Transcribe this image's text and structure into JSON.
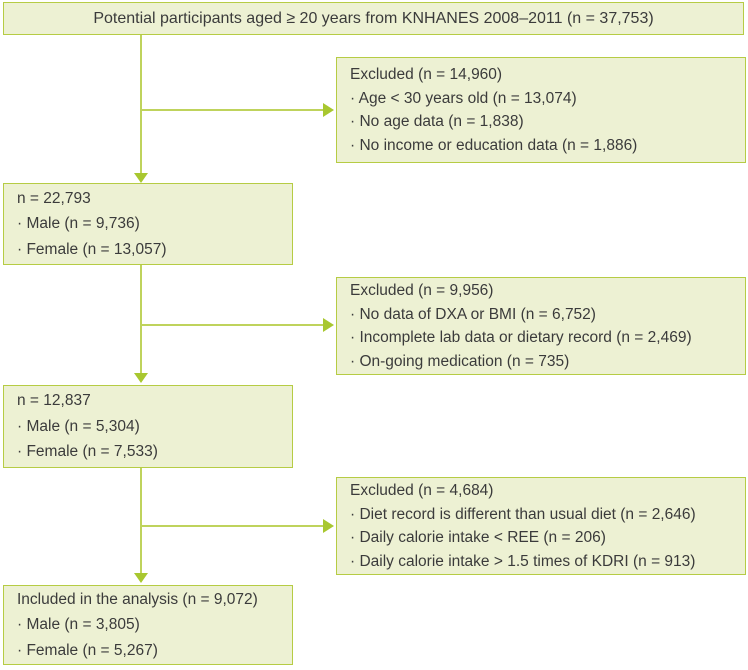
{
  "colors": {
    "page_bg": "#ffffff",
    "box_fill": "#edf1d3",
    "box_border": "#b6cc44",
    "line": "#bfd35c",
    "arrow": "#a8c72f",
    "text": "#3b3b3b"
  },
  "flowchart": {
    "top_box": {
      "text": "Potential participants aged ≥ 20 years from KNHANES 2008–2011 (n = 37,753)"
    },
    "stages": [
      {
        "lines": [
          "n = 22,793",
          "· Male (n = 9,736)",
          "· Female (n = 13,057)"
        ]
      },
      {
        "lines": [
          "n = 12,837",
          "· Male (n = 5,304)",
          "· Female (n = 7,533)"
        ]
      },
      {
        "lines": [
          "Included in the analysis (n = 9,072)",
          "· Male (n = 3,805)",
          "· Female (n = 5,267)"
        ]
      }
    ],
    "exclusions": [
      {
        "lines": [
          "Excluded (n = 14,960)",
          "· Age < 30 years old (n = 13,074)",
          "· No age data (n = 1,838)",
          "· No income or education data (n = 1,886)"
        ]
      },
      {
        "lines": [
          "Excluded (n = 9,956)",
          "· No data of DXA or BMI (n = 6,752)",
          "· Incomplete lab data or dietary record (n = 2,469)",
          "· On-going medication (n = 735)"
        ]
      },
      {
        "lines": [
          "Excluded (n = 4,684)",
          "· Diet record is different than usual diet (n = 2,646)",
          "· Daily calorie intake < REE (n = 206)",
          "· Daily calorie intake > 1.5 times of KDRI (n = 913)"
        ]
      }
    ]
  }
}
